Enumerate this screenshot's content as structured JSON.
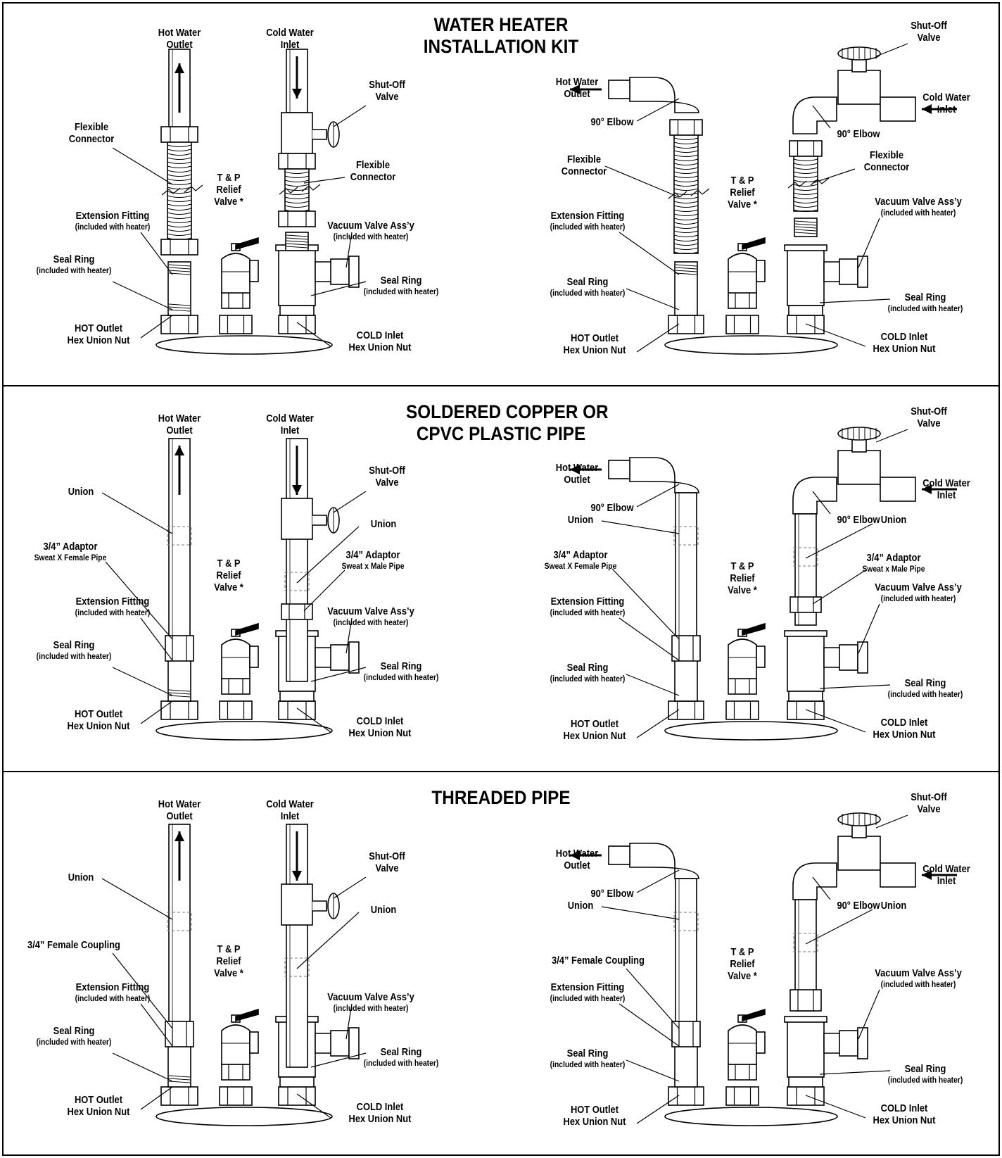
{
  "panels": [
    {
      "title": "WATER HEATER\nINSTALLATION KIT",
      "left": {
        "hot_water_outlet": "Hot Water\nOutlet",
        "cold_water_inlet": "Cold Water\nInlet",
        "shut_off_valve": "Shut-Off\nValve",
        "flexible_connector_hot": "Flexible\nConnector",
        "flexible_connector_cold": "Flexible\nConnector",
        "tp_relief_valve": "T & P\nRelief\nValve *",
        "vacuum_valve": "Vacuum Valve Ass’y",
        "vacuum_valve_note": "(included with heater)",
        "extension_fitting": "Extension Fitting",
        "extension_fitting_note": "(included with heater)",
        "seal_ring_hot": "Seal Ring",
        "seal_ring_hot_note": "(included with heater)",
        "seal_ring_cold": "Seal Ring",
        "seal_ring_cold_note": "(included with heater)",
        "hot_outlet_nut": "HOT Outlet\nHex Union Nut",
        "cold_inlet_nut": "COLD Inlet\nHex Union Nut"
      },
      "right": {
        "hot_water_outlet": "Hot Water\nOutlet",
        "cold_water_inlet": "Cold Water\nInlet",
        "shut_off_valve": "Shut-Off\nValve",
        "elbow_hot": "90° Elbow",
        "elbow_cold": "90° Elbow",
        "flexible_connector_hot": "Flexible\nConnector",
        "flexible_connector_cold": "Flexible\nConnector",
        "tp_relief_valve": "T & P\nRelief\nValve *",
        "vacuum_valve": "Vacuum Valve Ass’y",
        "vacuum_valve_note": "(included with heater)",
        "extension_fitting": "Extension Fitting",
        "extension_fitting_note": "(included with heater)",
        "seal_ring_hot": "Seal Ring",
        "seal_ring_hot_note": "(included with heater)",
        "seal_ring_cold": "Seal Ring",
        "seal_ring_cold_note": "(included with heater)",
        "hot_outlet_nut": "HOT Outlet\nHex Union Nut",
        "cold_inlet_nut": "COLD Inlet\nHex Union Nut"
      }
    },
    {
      "title": "SOLDERED COPPER OR\nCPVC PLASTIC PIPE",
      "left": {
        "hot_water_outlet": "Hot Water\nOutlet",
        "cold_water_inlet": "Cold Water\nInlet",
        "shut_off_valve": "Shut-Off\nValve",
        "union_hot": "Union",
        "union_cold": "Union",
        "adaptor_hot": "3/4” Adaptor",
        "adaptor_hot_note": "Sweat X Female Pipe",
        "adaptor_cold": "3/4” Adaptor",
        "adaptor_cold_note": "Sweat x Male Pipe",
        "tp_relief_valve": "T & P\nRelief\nValve *",
        "vacuum_valve": "Vacuum Valve Ass’y",
        "vacuum_valve_note": "(included with heater)",
        "extension_fitting": "Extension Fitting",
        "extension_fitting_note": "(included with heater)",
        "seal_ring_hot": "Seal Ring",
        "seal_ring_hot_note": "(included with heater)",
        "seal_ring_cold": "Seal Ring",
        "seal_ring_cold_note": "(included with heater)",
        "hot_outlet_nut": "HOT Outlet\nHex Union Nut",
        "cold_inlet_nut": "COLD Inlet\nHex Union Nut"
      },
      "right": {
        "hot_water_outlet": "Hot Water\nOutlet",
        "cold_water_inlet": "Cold Water\nInlet",
        "shut_off_valve": "Shut-Off\nValve",
        "elbow_hot": "90° Elbow",
        "elbow_cold": "90° Elbow",
        "union_hot": "Union",
        "union_cold": "Union",
        "adaptor_hot": "3/4” Adaptor",
        "adaptor_hot_note": "Sweat X Female Pipe",
        "adaptor_cold": "3/4” Adaptor",
        "adaptor_cold_note": "Sweat x Male Pipe",
        "tp_relief_valve": "T & P\nRelief\nValve *",
        "vacuum_valve": "Vacuum Valve Ass’y",
        "vacuum_valve_note": "(included with heater)",
        "extension_fitting": "Extension Fitting",
        "extension_fitting_note": "(included with heater)",
        "seal_ring_hot": "Seal Ring",
        "seal_ring_hot_note": "(included with heater)",
        "seal_ring_cold": "Seal Ring",
        "seal_ring_cold_note": "(included with heater)",
        "hot_outlet_nut": "HOT Outlet\nHex Union Nut",
        "cold_inlet_nut": "COLD Inlet\nHex Union Nut"
      }
    },
    {
      "title": "THREADED PIPE",
      "left": {
        "hot_water_outlet": "Hot Water\nOutlet",
        "cold_water_inlet": "Cold Water\nInlet",
        "shut_off_valve": "Shut-Off\nValve",
        "union_hot": "Union",
        "union_cold": "Union",
        "coupling": "3/4” Female Coupling",
        "tp_relief_valve": "T & P\nRelief\nValve *",
        "vacuum_valve": "Vacuum Valve Ass’y",
        "vacuum_valve_note": "(included with heater)",
        "extension_fitting": "Extension Fitting",
        "extension_fitting_note": "(included with heater)",
        "seal_ring_hot": "Seal Ring",
        "seal_ring_hot_note": "(included with heater)",
        "seal_ring_cold": "Seal Ring",
        "seal_ring_cold_note": "(included with heater)",
        "hot_outlet_nut": "HOT Outlet\nHex Union Nut",
        "cold_inlet_nut": "COLD Inlet\nHex Union Nut"
      },
      "right": {
        "hot_water_outlet": "Hot Water\nOutlet",
        "cold_water_inlet": "Cold Water\nInlet",
        "shut_off_valve": "Shut-Off\nValve",
        "elbow_hot": "90° Elbow",
        "elbow_cold": "90° Elbow",
        "union_hot": "Union",
        "union_cold": "Union",
        "coupling": "3/4” Female Coupling",
        "tp_relief_valve": "T & P\nRelief\nValve *",
        "vacuum_valve": "Vacuum Valve Ass’y",
        "vacuum_valve_note": "(included with heater)",
        "extension_fitting": "Extension Fitting",
        "extension_fitting_note": "(included with heater)",
        "seal_ring_hot": "Seal Ring",
        "seal_ring_hot_note": "(included with heater)",
        "seal_ring_cold": "Seal Ring",
        "seal_ring_cold_note": "(included with heater)",
        "hot_outlet_nut": "HOT Outlet\nHex Union Nut",
        "cold_inlet_nut": "COLD Inlet\nHex Union Nut"
      }
    }
  ]
}
